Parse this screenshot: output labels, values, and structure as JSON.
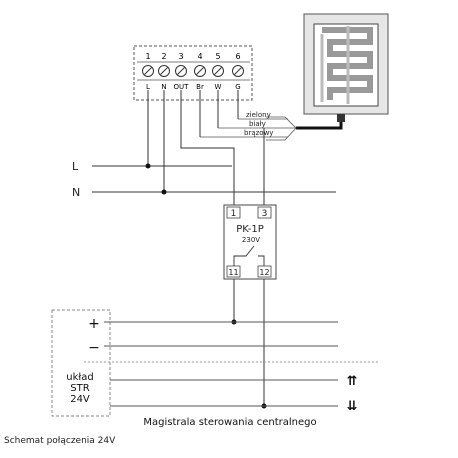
{
  "terminal_block": {
    "numbers": [
      "1",
      "2",
      "3",
      "4",
      "5",
      "6"
    ],
    "labels": [
      "L",
      "N",
      "OUT",
      "Br",
      "W",
      "G"
    ]
  },
  "wires": {
    "zielony": "zielony",
    "bialy": "biały",
    "brazowy": "brązowy"
  },
  "lines": {
    "L": "L",
    "N": "N"
  },
  "relay": {
    "model": "PK-1P",
    "voltage": "230V",
    "pin1": "1",
    "pin3": "3",
    "pin11": "11",
    "pin12": "12"
  },
  "str": {
    "plus": "+",
    "minus": "−",
    "line1": "układ",
    "line2": "STR",
    "line3": "24V"
  },
  "arrows": {
    "up": "⇈",
    "down": "⇊"
  },
  "bus_label": "Magistrala sterowania centralnego",
  "caption": "Schemat połączenia 24V"
}
